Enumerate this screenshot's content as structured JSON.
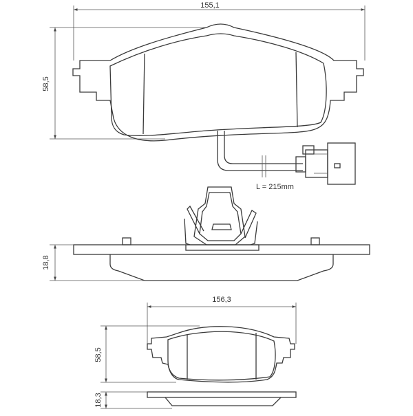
{
  "dimensions": {
    "top_width": "155,1",
    "top_height": "58,5",
    "side_thickness": "18,8",
    "bottom_width": "156,3",
    "bottom_height": "58,5",
    "bottom_thickness": "18,3"
  },
  "wire_length_label": "L = 215mm"
}
